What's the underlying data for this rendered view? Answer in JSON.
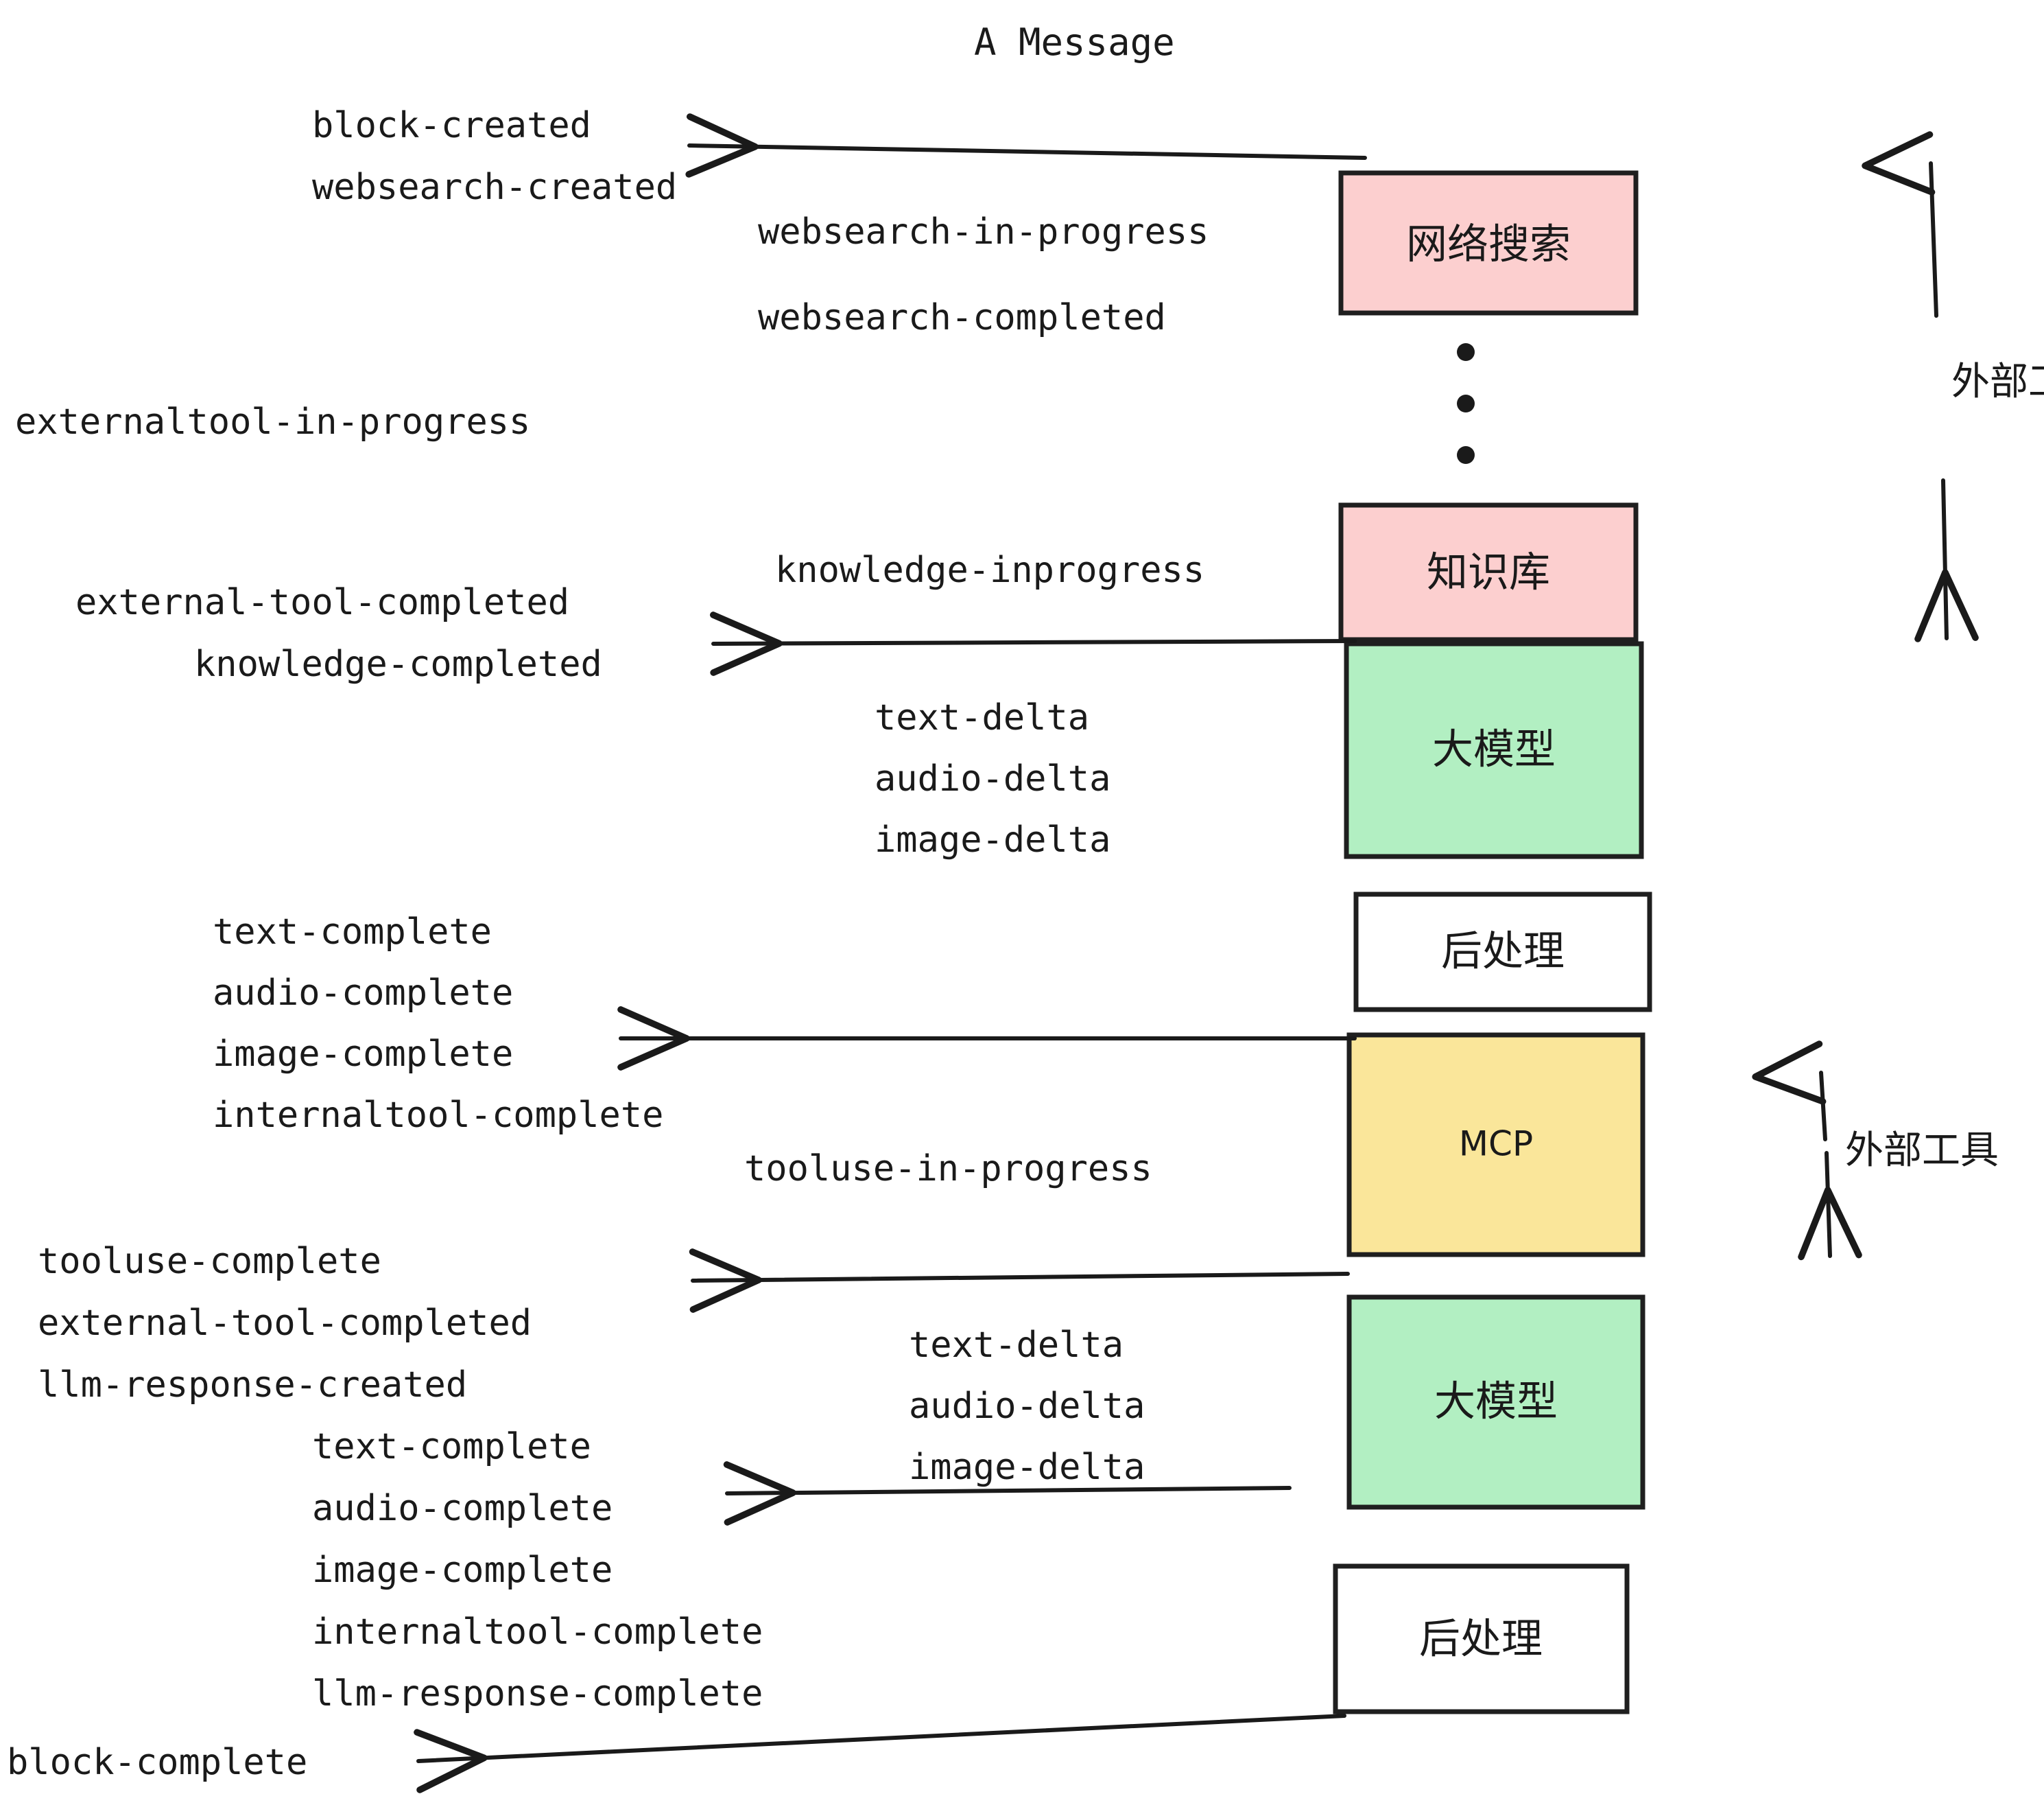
{
  "title": "A Message",
  "colors": {
    "pink": "#fccfcf",
    "green": "#b2efc2",
    "yellow": "#fae69a",
    "white": "#ffffff",
    "stroke": "#1f1f1f",
    "text": "#1a1a1a",
    "background": "#ffffff"
  },
  "boxes": [
    {
      "id": "websearch",
      "label": "网络搜索",
      "fill": "pink"
    },
    {
      "id": "knowledge",
      "label": "知识库",
      "fill": "pink"
    },
    {
      "id": "llm-1",
      "label": "大模型",
      "fill": "green"
    },
    {
      "id": "postprocess-1",
      "label": "后处理",
      "fill": "white"
    },
    {
      "id": "mcp",
      "label": "MCP",
      "fill": "yellow"
    },
    {
      "id": "llm-2",
      "label": "大模型",
      "fill": "green"
    },
    {
      "id": "postprocess-2",
      "label": "后处理",
      "fill": "white"
    }
  ],
  "side_labels": [
    {
      "id": "external-tool-top",
      "label": "外部工具"
    },
    {
      "id": "external-tool-bottom",
      "label": "外部工具"
    }
  ],
  "events": [
    {
      "id": "block-created",
      "label": "block-created"
    },
    {
      "id": "websearch-created",
      "label": "websearch-created"
    },
    {
      "id": "websearch-in-progress",
      "label": "websearch-in-progress"
    },
    {
      "id": "websearch-completed",
      "label": "websearch-completed"
    },
    {
      "id": "externaltool-in-progress",
      "label": "externaltool-in-progress"
    },
    {
      "id": "knowledge-inprogress",
      "label": "knowledge-inprogress"
    },
    {
      "id": "external-tool-completed-1",
      "label": "external-tool-completed"
    },
    {
      "id": "knowledge-completed",
      "label": "knowledge-completed"
    },
    {
      "id": "text-delta-1",
      "label": "text-delta"
    },
    {
      "id": "audio-delta-1",
      "label": "audio-delta"
    },
    {
      "id": "image-delta-1",
      "label": "image-delta"
    },
    {
      "id": "text-complete-1",
      "label": "text-complete"
    },
    {
      "id": "audio-complete-1",
      "label": "audio-complete"
    },
    {
      "id": "image-complete-1",
      "label": "image-complete"
    },
    {
      "id": "internaltool-complete-1",
      "label": "internaltool-complete"
    },
    {
      "id": "tooluse-in-progress",
      "label": "tooluse-in-progress"
    },
    {
      "id": "tooluse-complete",
      "label": "tooluse-complete"
    },
    {
      "id": "external-tool-completed-2",
      "label": "external-tool-completed"
    },
    {
      "id": "llm-response-created",
      "label": "llm-response-created"
    },
    {
      "id": "text-delta-2",
      "label": "text-delta"
    },
    {
      "id": "audio-delta-2",
      "label": "audio-delta"
    },
    {
      "id": "image-delta-2",
      "label": "image-delta"
    },
    {
      "id": "text-complete-2",
      "label": "text-complete"
    },
    {
      "id": "audio-complete-2",
      "label": "audio-complete"
    },
    {
      "id": "image-complete-2",
      "label": "image-complete"
    },
    {
      "id": "internaltool-complete-2",
      "label": "internaltool-complete"
    },
    {
      "id": "llm-response-complete",
      "label": "llm-response-complete"
    },
    {
      "id": "block-complete",
      "label": "block-complete"
    }
  ],
  "ellipsis": {
    "id": "vertical-ellipsis",
    "dots": 3
  }
}
